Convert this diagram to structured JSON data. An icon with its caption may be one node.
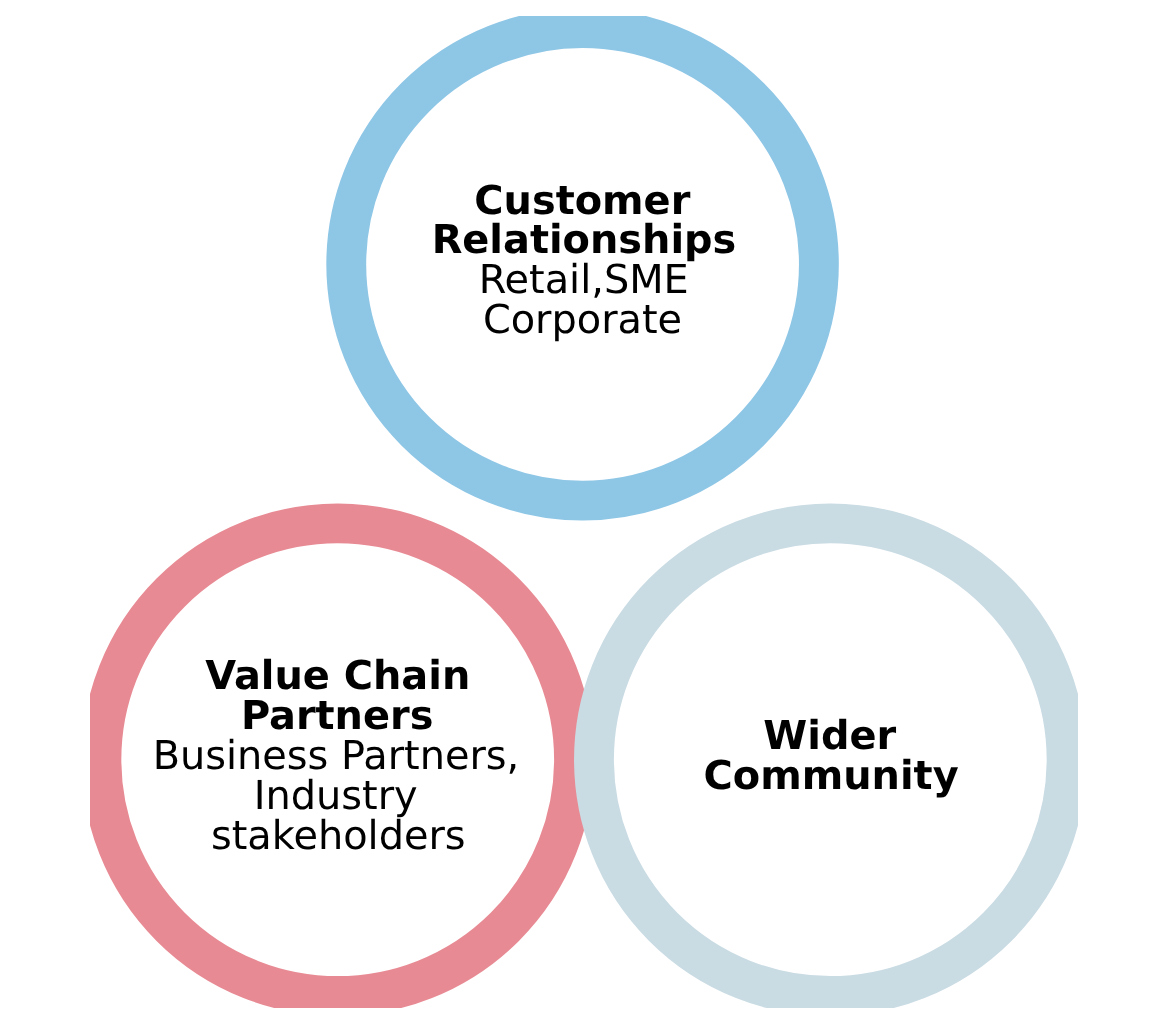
{
  "diagram": {
    "nodes": [
      {
        "text": [
          "Customer Relationships",
          "Retail,SME Corporate"
        ]
      },
      {
        "text": [
          "Value Chain Partners",
          "Business Partners, Industry stakeholders"
        ]
      },
      {
        "text": [
          "Wider Community"
        ]
      }
    ]
  }
}
